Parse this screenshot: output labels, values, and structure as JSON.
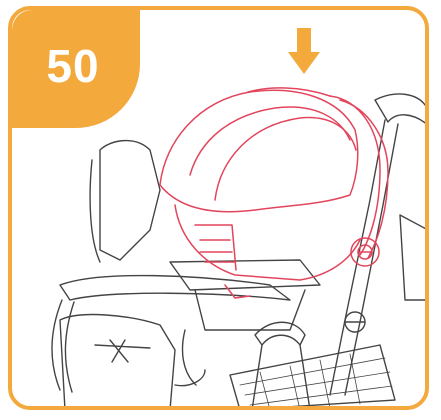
{
  "step": {
    "number": "50"
  },
  "colors": {
    "accent": "#f3a93c",
    "highlight": "#e2455c",
    "line": "#444444"
  },
  "icons": {
    "arrow": "down-arrow-icon",
    "car_seat": "infant-car-seat",
    "stroller": "stroller-frame"
  }
}
